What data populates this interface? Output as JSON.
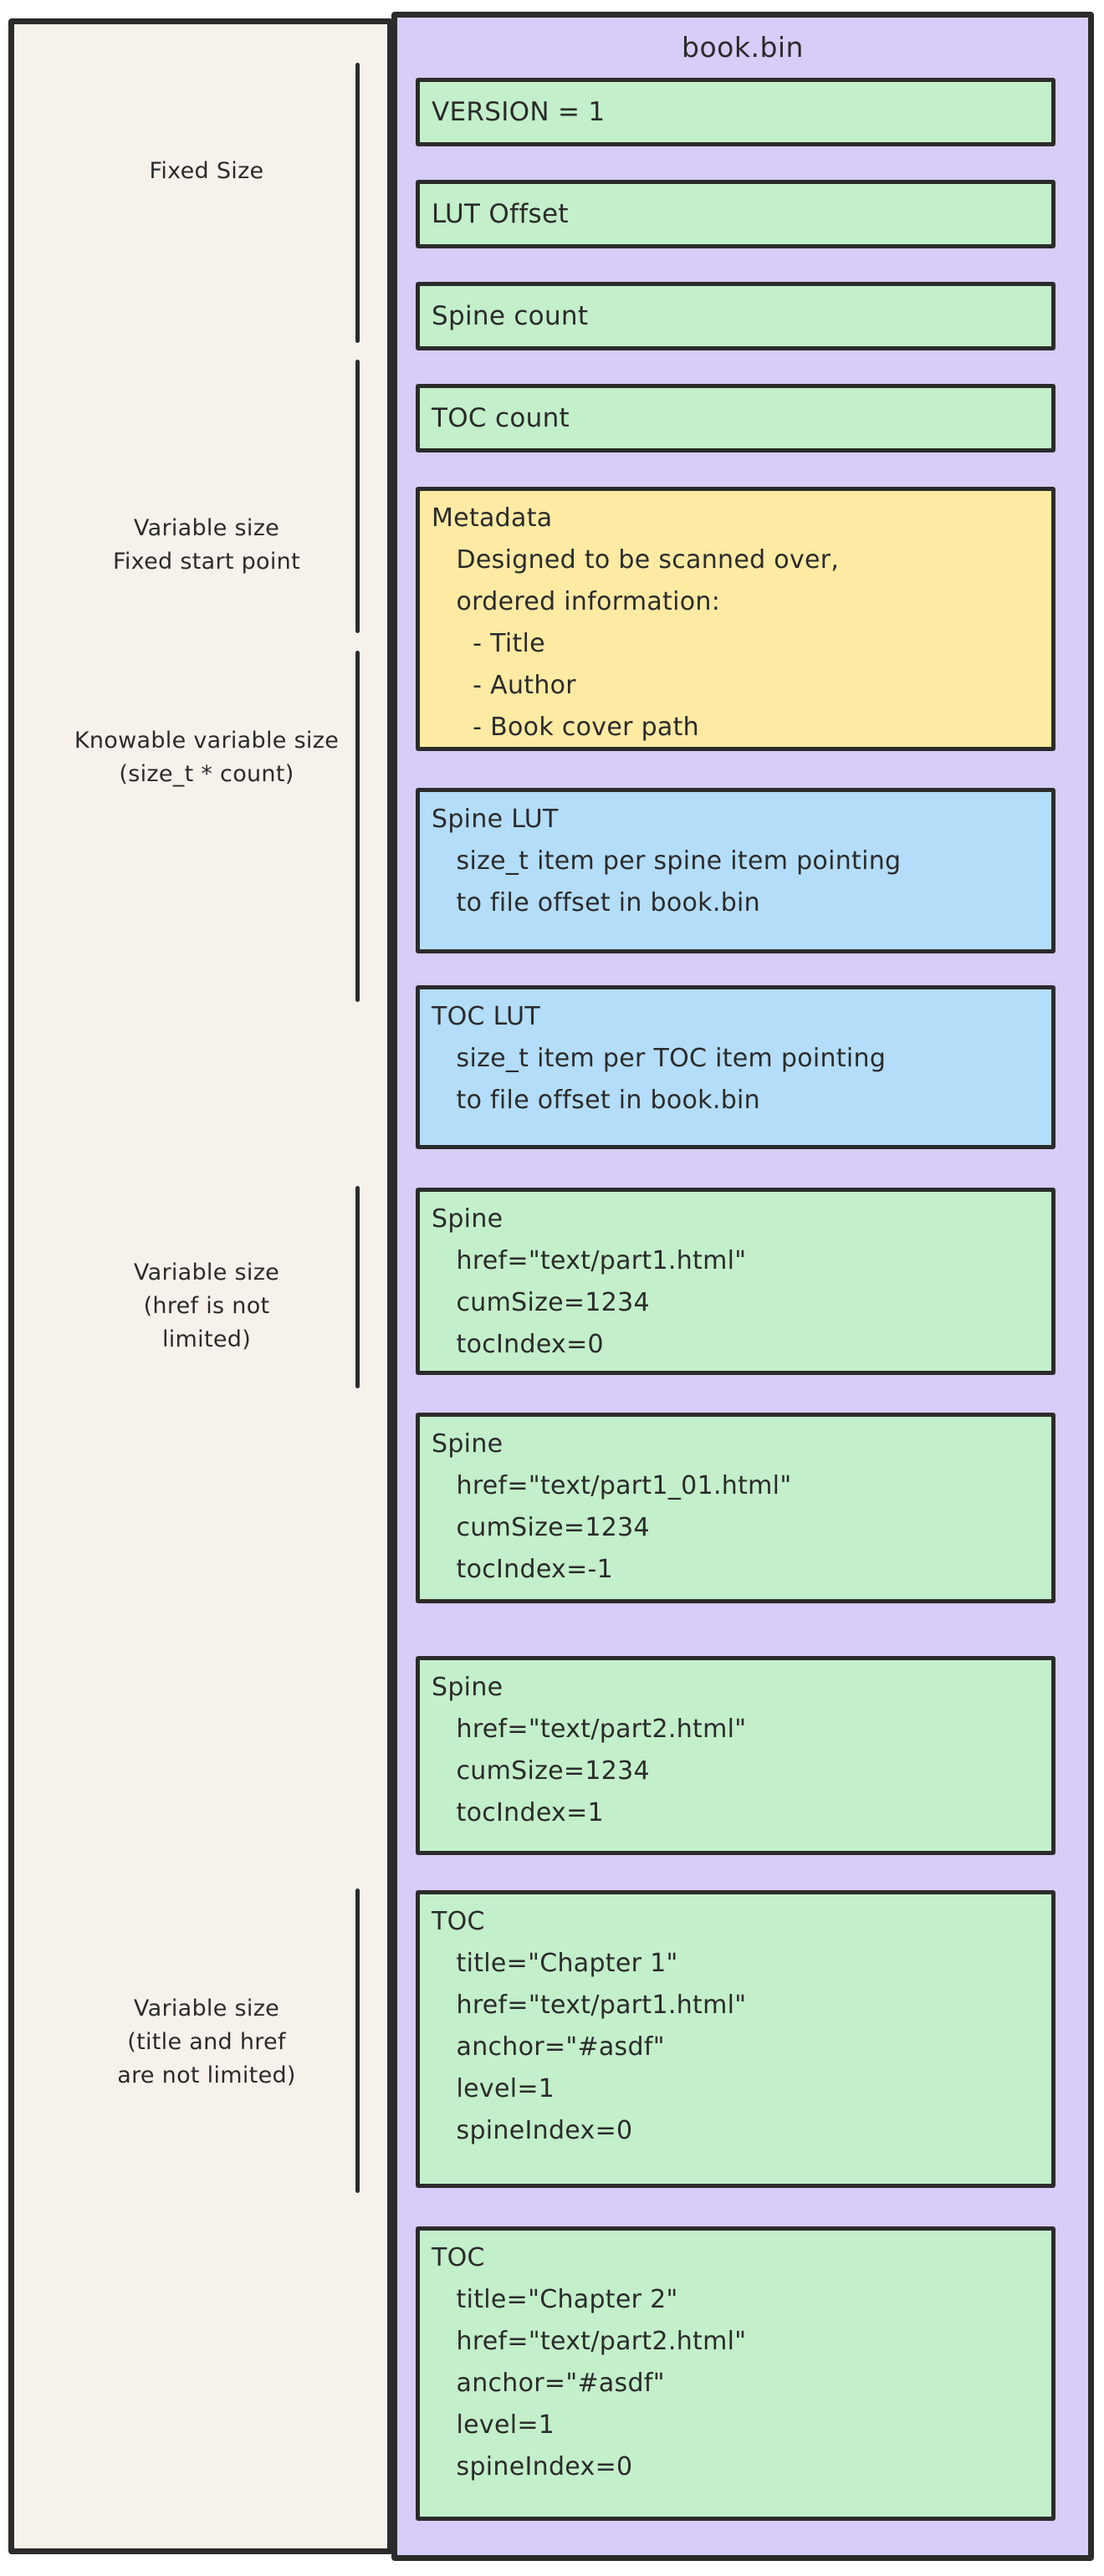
{
  "file": {
    "name": "book.bin",
    "blocks": [
      {
        "id": "version",
        "color": "green",
        "lines": [
          "VERSION = 1"
        ]
      },
      {
        "id": "lut-offset",
        "color": "green",
        "lines": [
          "LUT Offset"
        ]
      },
      {
        "id": "spine-count",
        "color": "green",
        "lines": [
          "Spine count"
        ]
      },
      {
        "id": "toc-count",
        "color": "green",
        "lines": [
          "TOC count"
        ]
      },
      {
        "id": "metadata",
        "color": "yellow",
        "lines": [
          "Metadata",
          "   Designed to be scanned over,",
          "   ordered information:",
          "     - Title",
          "     - Author",
          "     - Book cover path"
        ]
      },
      {
        "id": "spine-lut",
        "color": "blue",
        "lines": [
          "Spine LUT",
          "   size_t item per spine item pointing",
          "   to file offset in book.bin"
        ]
      },
      {
        "id": "toc-lut",
        "color": "blue",
        "lines": [
          "TOC LUT",
          "   size_t item per TOC item pointing",
          "   to file offset in book.bin"
        ]
      },
      {
        "id": "spine-1",
        "color": "green",
        "lines": [
          "Spine",
          "   href=\"text/part1.html\"",
          "   cumSize=1234",
          "   tocIndex=0"
        ]
      },
      {
        "id": "spine-2",
        "color": "green",
        "lines": [
          "Spine",
          "   href=\"text/part1_01.html\"",
          "   cumSize=1234",
          "   tocIndex=-1"
        ]
      },
      {
        "id": "spine-3",
        "color": "green",
        "lines": [
          "Spine",
          "   href=\"text/part2.html\"",
          "   cumSize=1234",
          "   tocIndex=1"
        ]
      },
      {
        "id": "toc-1",
        "color": "green",
        "lines": [
          "TOC",
          "   title=\"Chapter 1\"",
          "   href=\"text/part1.html\"",
          "   anchor=\"#asdf\"",
          "   level=1",
          "   spineIndex=0"
        ]
      },
      {
        "id": "toc-2",
        "color": "green",
        "lines": [
          "TOC",
          "   title=\"Chapter 2\"",
          "   href=\"text/part2.html\"",
          "   anchor=\"#asdf\"",
          "   level=1",
          "   spineIndex=0"
        ]
      }
    ]
  },
  "annotations": {
    "sections": [
      {
        "label": [
          "Fixed Size"
        ]
      },
      {
        "label": [
          "Variable size",
          "Fixed start point"
        ]
      },
      {
        "label": [
          "Knowable variable size",
          "(size_t * count)"
        ]
      },
      {
        "label": [
          "Variable size",
          "(href is not",
          "limited)"
        ]
      },
      {
        "label": [
          "Variable size",
          "(title and href",
          "are not limited)"
        ]
      }
    ]
  },
  "colors": {
    "purple": "#d8ccf8",
    "green": "#c3efca",
    "yellow": "#fdeaa3",
    "blue": "#b3ddf8",
    "offwhite": "#f7f1ec",
    "stroke": "#2b2b2b"
  }
}
